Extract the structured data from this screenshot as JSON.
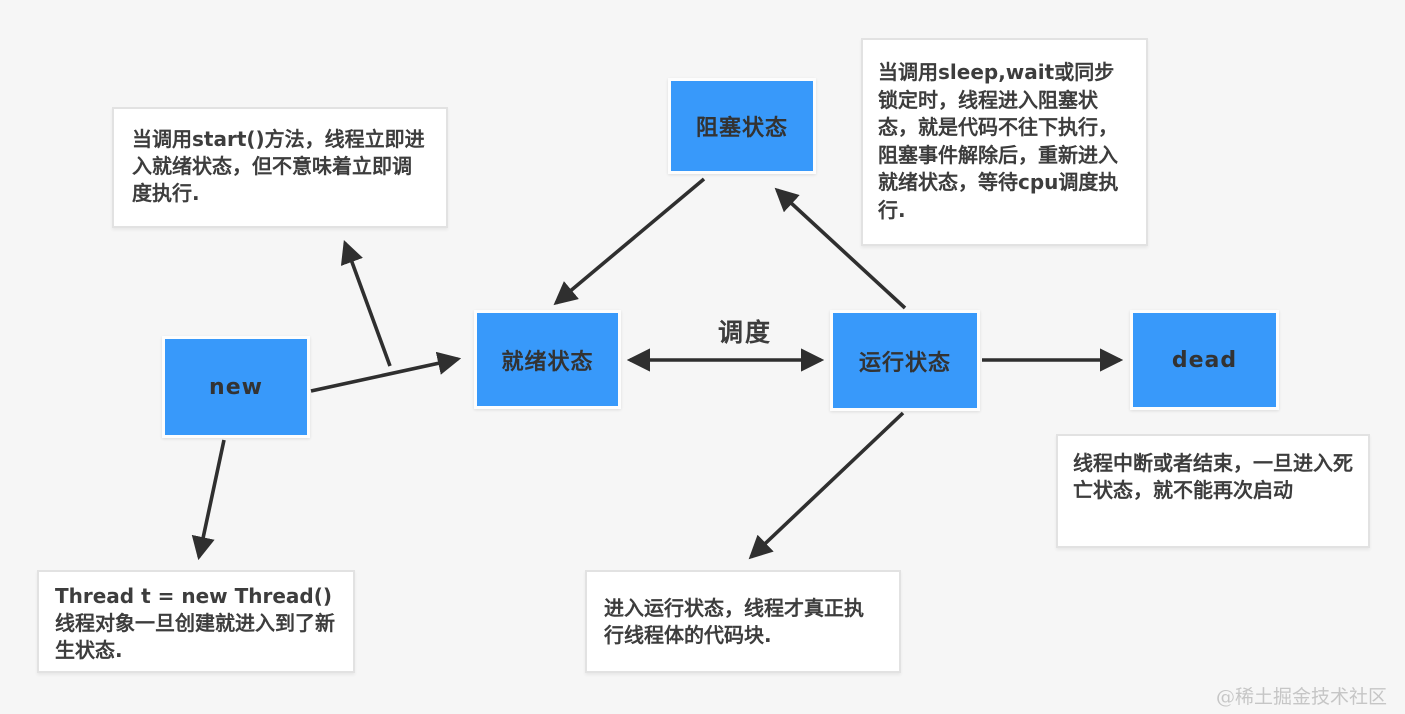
{
  "diagram": {
    "title_context": "Java thread state diagram",
    "nodes": {
      "blocked": {
        "label": "阻塞状态"
      },
      "ready": {
        "label": "就绪状态"
      },
      "running": {
        "label": "运行状态"
      },
      "new": {
        "label": "new"
      },
      "dead": {
        "label": "dead"
      }
    },
    "edge_labels": {
      "schedule": "调度"
    },
    "notes": {
      "start": "当调用start()方法，线程立即进入就绪状态，但不意味着立即调度执行.",
      "sleep": "当调用sleep,wait或同步锁定时，线程进入阻塞状态，就是代码不往下执行，阻塞事件解除后，重新进入就绪状态，等待cpu调度执行.",
      "thread": "Thread t = new Thread()\n线程对象一旦创建就进入到了新生状态.",
      "running": "进入运行状态，线程才真正执行线程体的代码块.",
      "dead": "线程中断或者结束，一旦进入死亡状态，就不能再次启动"
    },
    "watermark": "@稀土掘金技术社区"
  },
  "colors": {
    "accent_blue": "#3899fa",
    "node_text": "#333333",
    "arrow_color": "#2f2f2f",
    "note_border": "#e2e2e2",
    "note_text": "#3d3d3d",
    "canvas_bg": "#f6f6f6",
    "watermark_color": "#c6c6c6"
  }
}
